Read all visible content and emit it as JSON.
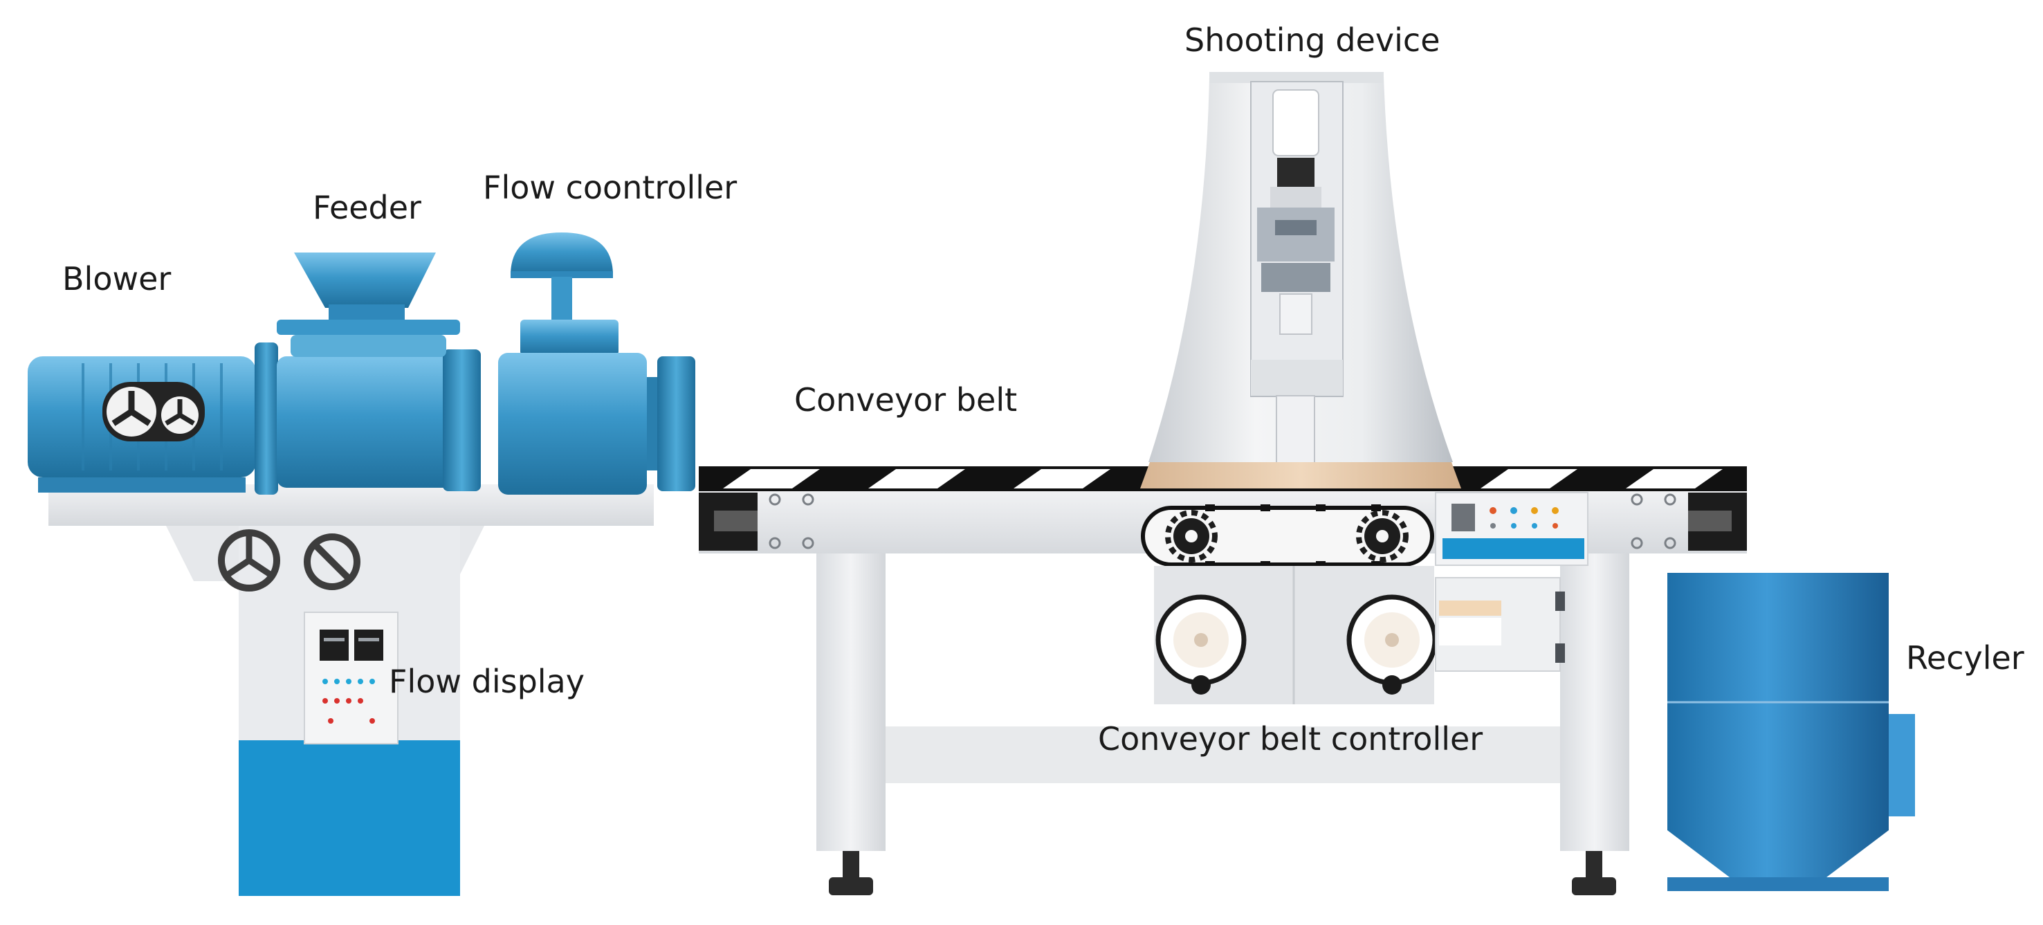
{
  "labels": {
    "shooting_device": "Shooting device",
    "feeder": "Feeder",
    "flow_controller": "Flow coontroller",
    "blower": "Blower",
    "conveyor_belt": "Conveyor belt",
    "flow_display": "Flow display",
    "conveyor_belt_controller": "Conveyor belt controller",
    "recycler": "Recyler"
  },
  "colors": {
    "machine_blue": "#3a97c9",
    "machine_blue_dark": "#1f6f9c",
    "cabinet_blue": "#1b93cf",
    "panel_gray": "#e4e6e9",
    "belt_black": "#111111",
    "shooting_ring": "#e3c6a6"
  }
}
